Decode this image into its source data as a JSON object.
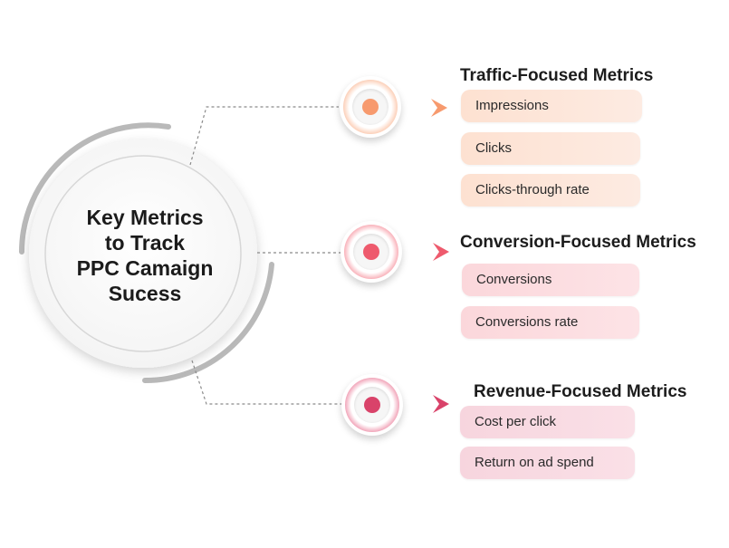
{
  "center": {
    "lines": [
      "Key Metrics",
      "to Track",
      "PPC Camaign",
      "Sucess"
    ]
  },
  "groups": [
    {
      "title": "Traffic-Focused Metrics",
      "color": "#f79a6e",
      "items": [
        "Impressions",
        "Clicks",
        "Clicks-through rate"
      ]
    },
    {
      "title": "Conversion-Focused Metrics",
      "color": "#ee5a6d",
      "items": [
        "Conversions",
        "Conversions rate"
      ]
    },
    {
      "title": "Revenue-Focused Metrics",
      "color": "#d9436a",
      "items": [
        "Cost per click",
        "Return on ad spend"
      ]
    }
  ],
  "colors": {
    "orange": "#f79a6e",
    "coral": "#ee5a6d",
    "crimson": "#d9436a",
    "grey_arc": "#b9b9b9"
  }
}
